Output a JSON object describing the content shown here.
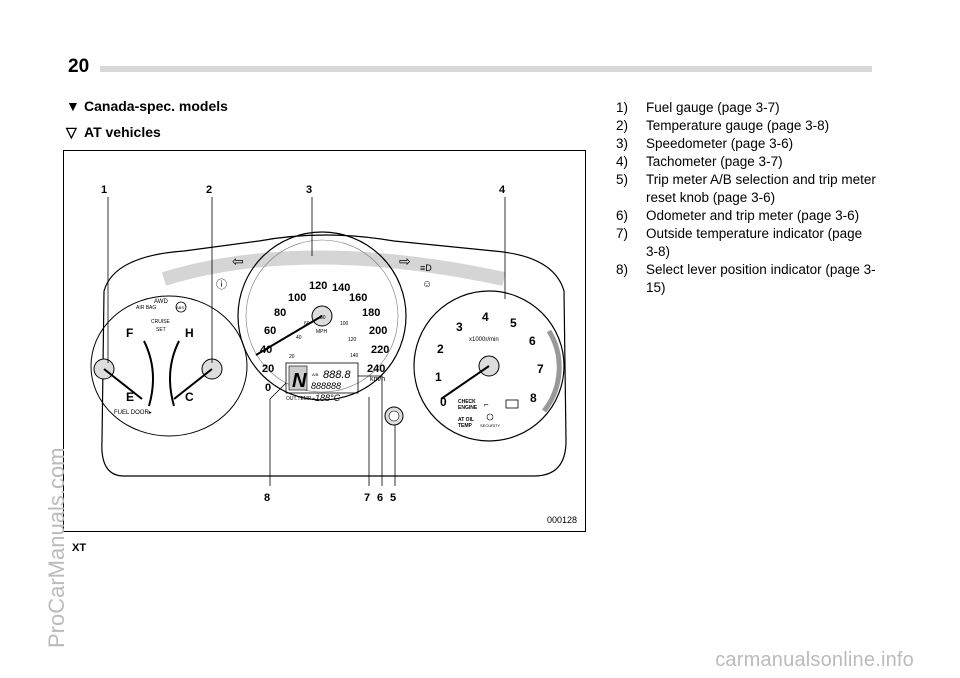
{
  "page": {
    "number": "20"
  },
  "headings": {
    "region": "Canada-spec. models",
    "transmission": "AT vehicles",
    "region_marker": "▼",
    "transmission_marker": "▽"
  },
  "figure": {
    "code": "000128",
    "callouts_top": [
      "1",
      "2",
      "3",
      "4"
    ],
    "callouts_bottom": [
      "8",
      "7",
      "6",
      "5"
    ],
    "fuel": {
      "full": "F",
      "empty": "E",
      "door": "FUEL DOOR▸"
    },
    "temp": {
      "hot": "H",
      "cold": "C"
    },
    "warnings": {
      "airbag": "AIR BAG",
      "awd": "AWD",
      "abs": "ABS",
      "cruise": "CRUISE",
      "set": "SET"
    },
    "speed_kmh": [
      "0",
      "20",
      "40",
      "60",
      "80",
      "100",
      "120",
      "140",
      "160",
      "180",
      "200",
      "220",
      "240"
    ],
    "speed_mph": [
      "20",
      "40",
      "60",
      "80",
      "100",
      "120",
      "140"
    ],
    "speed_units": {
      "kmh": "km/h",
      "mph": "MPH"
    },
    "tach": [
      "0",
      "1",
      "2",
      "3",
      "4",
      "5",
      "6",
      "7",
      "8"
    ],
    "tach_unit": "x1000r/min",
    "display": {
      "gear": "N",
      "trip": "888.8",
      "odo": "888888",
      "ab_label": "A/B",
      "out_temp_label": "OUT.TEMP",
      "out_temp": "-188°C"
    },
    "tach_warnings": {
      "check": "CHECK",
      "engine": "ENGINE",
      "at_oil": "AT OIL",
      "temp": "TEMP",
      "security": "SECURITY"
    }
  },
  "footer_label": "XT",
  "legend": [
    {
      "n": "1)",
      "text": "Fuel gauge (page 3-7)"
    },
    {
      "n": "2)",
      "text": "Temperature gauge (page 3-8)"
    },
    {
      "n": "3)",
      "text": "Speedometer (page 3-6)"
    },
    {
      "n": "4)",
      "text": "Tachometer (page 3-7)"
    },
    {
      "n": "5)",
      "text": "Trip meter A/B selection and trip meter reset knob (page 3-6)"
    },
    {
      "n": "6)",
      "text": "Odometer and trip meter (page 3-6)"
    },
    {
      "n": "7)",
      "text": "Outside temperature indicator (page 3-8)"
    },
    {
      "n": "8)",
      "text": "Select lever position indicator (page 3-15)"
    }
  ],
  "watermarks": {
    "side": "ProCarManuals.com",
    "bottom": "carmanualsonline.info"
  }
}
